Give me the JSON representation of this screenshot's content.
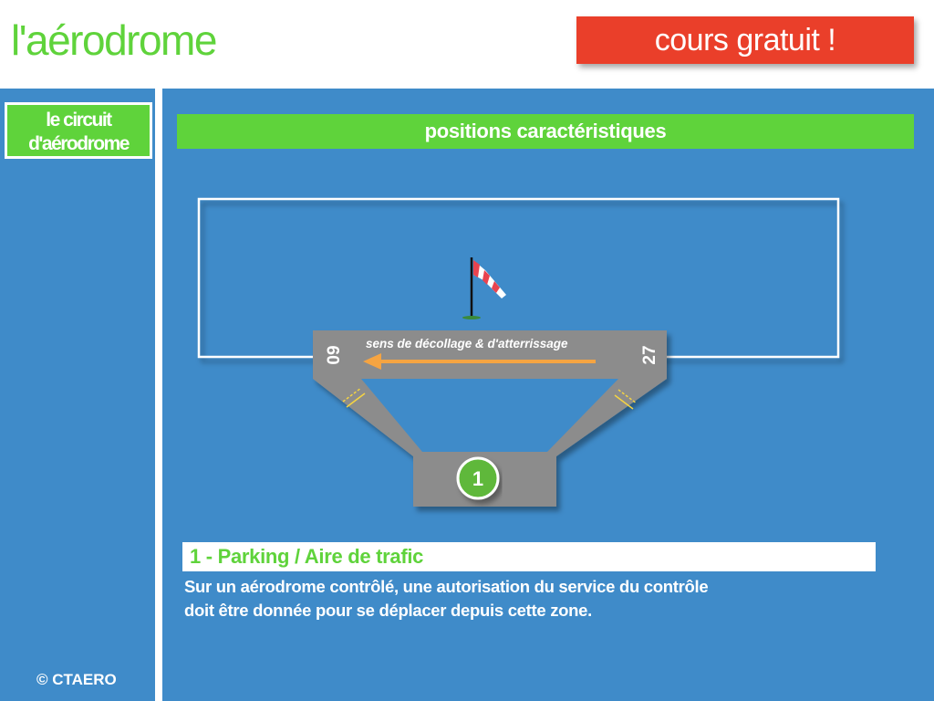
{
  "header": {
    "title": "l'aérodrome",
    "cta_label": "cours gratuit !"
  },
  "sidebar": {
    "nav_item_label": "le circuit\nd'aérodrome",
    "copyright": "© CTAERO"
  },
  "main": {
    "section_title": "positions caractéristiques",
    "diagram": {
      "runway_label": "sens de décollage & d'atterrissage",
      "runway_left_number": "09",
      "runway_right_number": "27",
      "position_marker": "1"
    },
    "position": {
      "title": "1 - Parking / Aire de trafic",
      "description_line1": "Sur un aérodrome contrôlé, une autorisation du service du contrôle",
      "description_line2": "doit être donnée pour se déplacer depuis cette zone."
    }
  },
  "colors": {
    "brand_green": "#5fd33b",
    "cta_red": "#ea3f2a",
    "background_blue": "#3f8bc9",
    "runway_gray": "#8c8c8c",
    "arrow_orange": "#f5a442"
  }
}
